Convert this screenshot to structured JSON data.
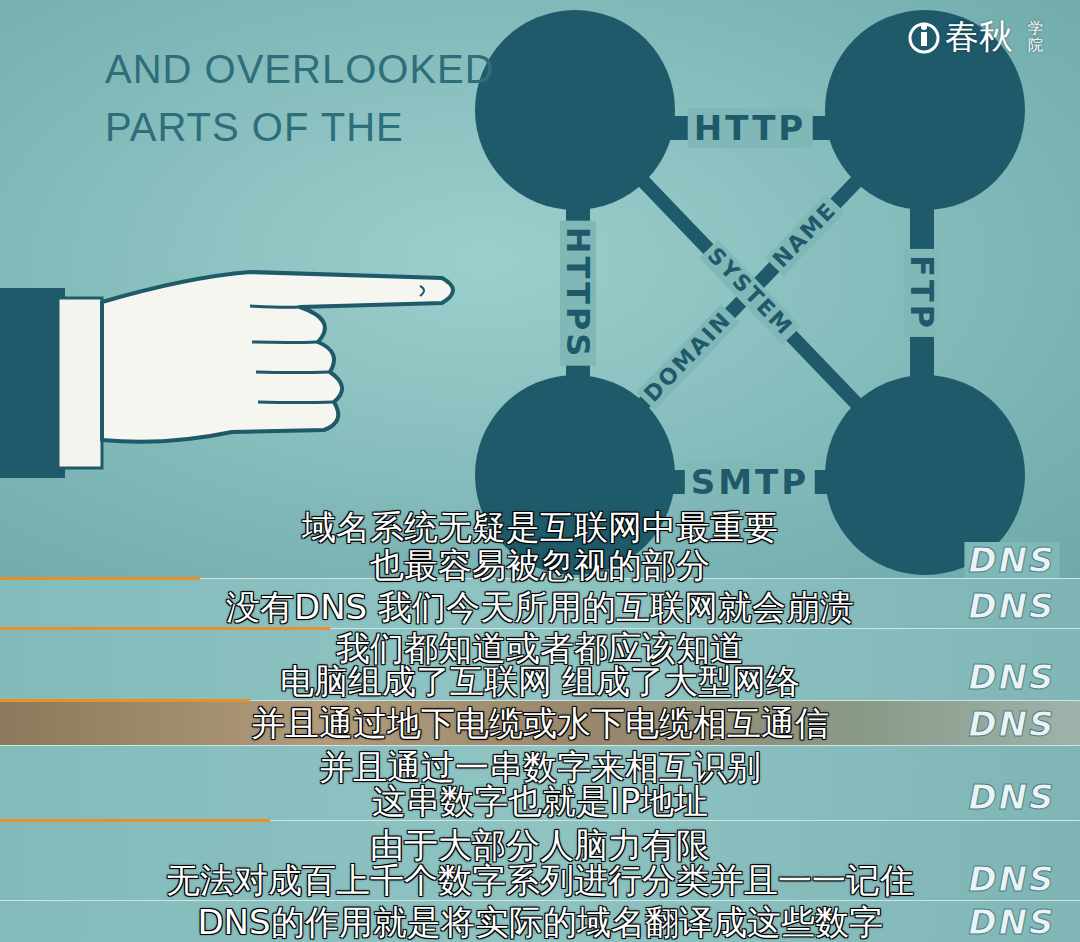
{
  "diagram": {
    "labels": [
      "春秋",
      "学院",
      "AND OVERLOOKED PARTS OF THE",
      "HTTP",
      "HTTPS",
      "FTP",
      "NAME",
      "SYSTEM",
      "DOMAIN",
      "SMTP",
      "DNS",
      "域名系统无疑是互联网中最重要",
      "也最容易被忽视的部分",
      "没有DNS 我们今天所用的互联网就会崩溃",
      "DNS",
      "我们都知道或者都应该知道",
      "电脑组成了互联网 组成了大型网络",
      "DNS",
      "并且通过地下电缆或水下电缆相互通信",
      "DNS",
      "并且通过一串数字来相互识别",
      "这串数字也就是IP地址",
      "DNS",
      "由于大部分人脑力有限",
      "无法对成百上千个数字系列进行分类并且一一记住",
      "DNS",
      "DNS的作用就是将实际的域名翻译成这些数字",
      "DNS"
    ]
  }
}
